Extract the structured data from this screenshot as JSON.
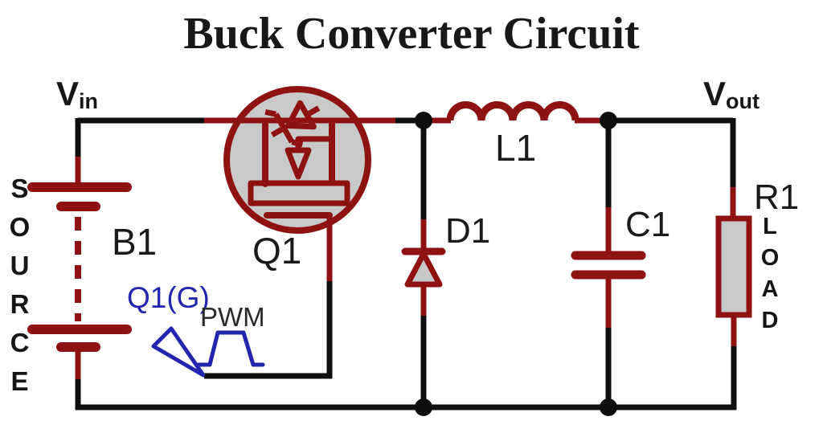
{
  "title": "Buck Converter Circuit",
  "annotations": {
    "vin": {
      "main": "V",
      "sub": "in"
    },
    "vout": {
      "main": "V",
      "sub": "out"
    },
    "source_label": "SOURCE",
    "load_label": "LOAD",
    "gate_label": "Q1(G)",
    "pwm_label": "PWM"
  },
  "components": [
    {
      "designator": "B1",
      "type": "battery-source"
    },
    {
      "designator": "Q1",
      "type": "mosfet-switch"
    },
    {
      "designator": "L1",
      "type": "inductor"
    },
    {
      "designator": "D1",
      "type": "freewheeling-diode"
    },
    {
      "designator": "C1",
      "type": "output-capacitor"
    },
    {
      "designator": "R1",
      "type": "load-resistor"
    }
  ],
  "colors": {
    "wire-black": "#0e0e0e",
    "component-red": "#8e1212",
    "mosfet-fill": "#c9c9c9",
    "signal-blue": "#2226ae",
    "label-black": "#161616",
    "pwm-gray": "#2b2b2b"
  }
}
